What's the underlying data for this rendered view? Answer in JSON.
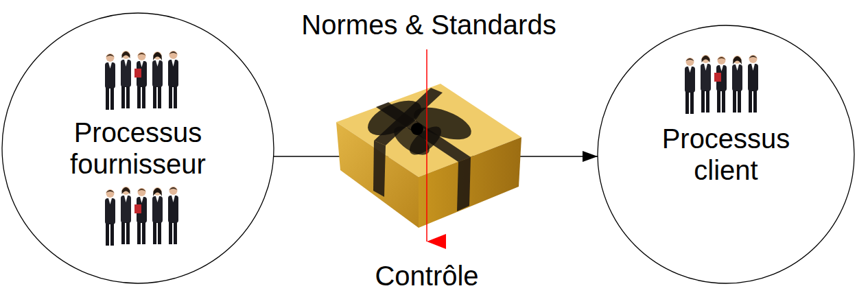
{
  "diagram": {
    "nodes": [
      {
        "text": [
          "Processus fournisseur"
        ]
      },
      {
        "text": [
          "Processus client"
        ]
      }
    ],
    "edges": [
      {
        "from": 0,
        "to": 1,
        "arrow": "to"
      }
    ],
    "labels": [
      "Normes & Standards",
      "Contrôle"
    ]
  }
}
